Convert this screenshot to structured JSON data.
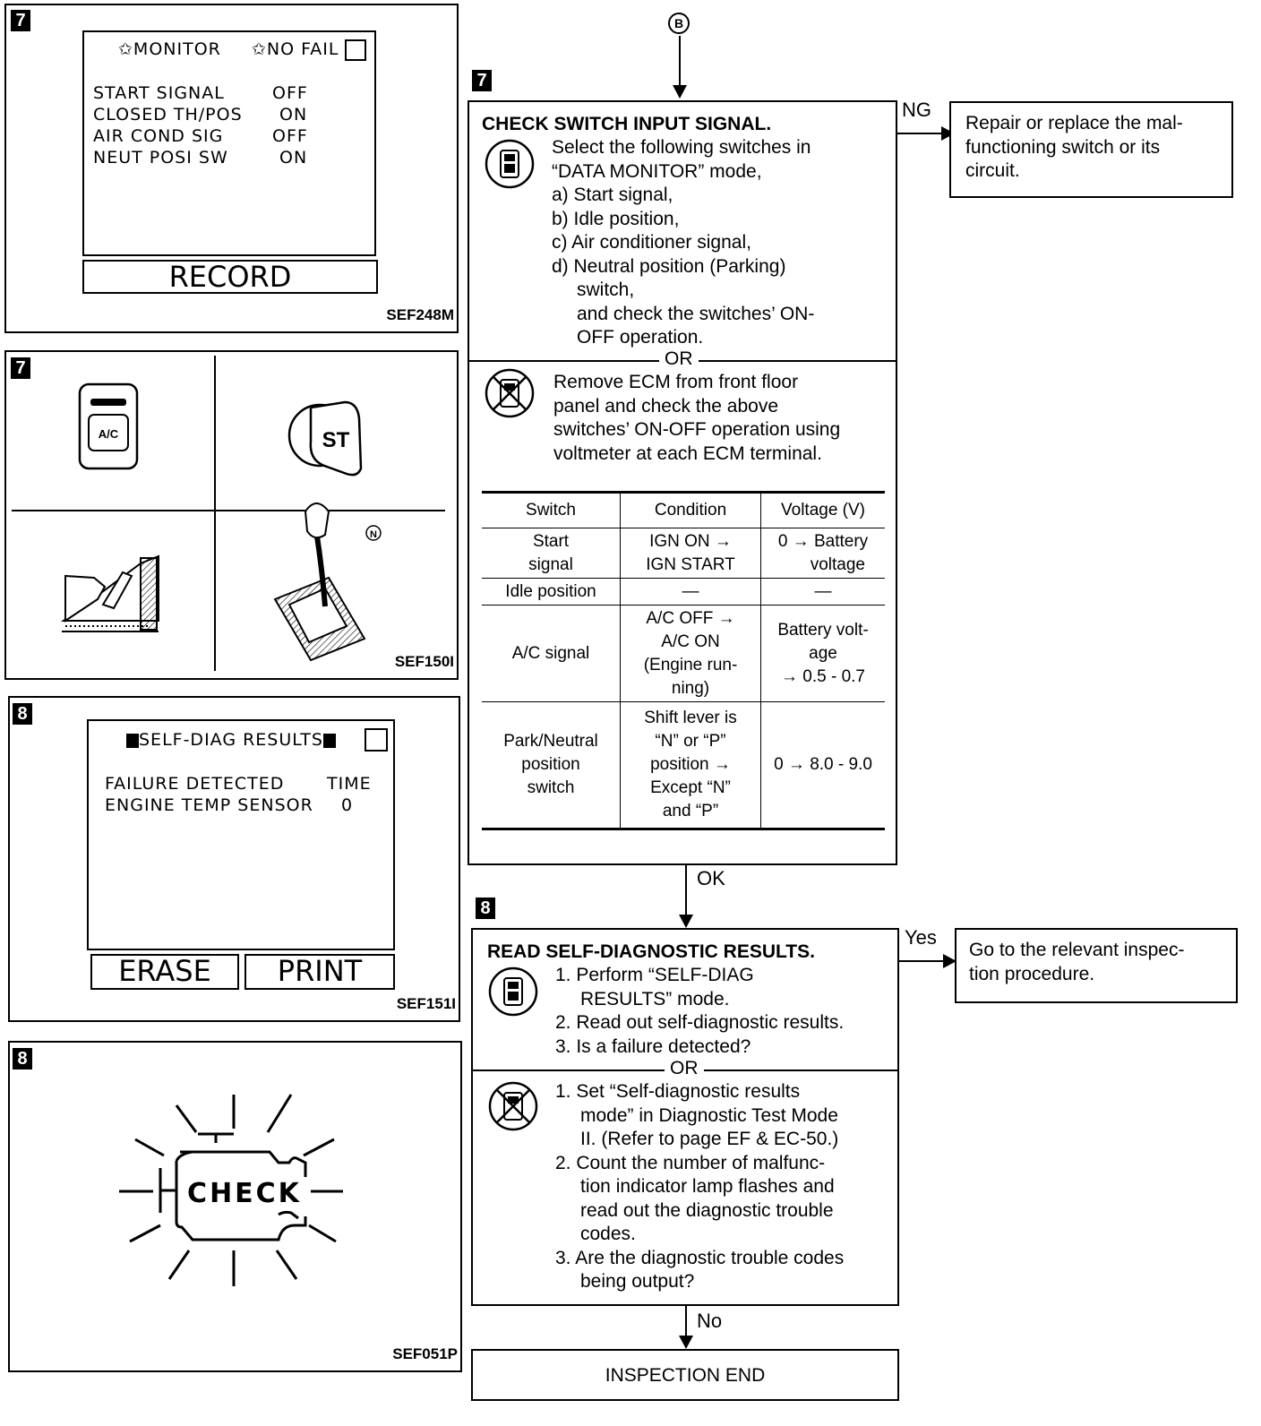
{
  "connector_top": "B",
  "fig1": {
    "step": "7",
    "header_monitor": "✩MONITOR",
    "header_nofail": "✩NO FAIL",
    "rows": [
      {
        "label": "START SIGNAL",
        "value": "OFF"
      },
      {
        "label": "CLOSED TH/POS",
        "value": "ON"
      },
      {
        "label": "AIR COND SIG",
        "value": "OFF"
      },
      {
        "label": "NEUT POSI SW",
        "value": "ON"
      }
    ],
    "record_button": "RECORD",
    "code": "SEF248M"
  },
  "fig2": {
    "step": "7",
    "ac_label": "A/C",
    "st_label": "ST",
    "n_label": "N",
    "code": "SEF150I"
  },
  "fig3": {
    "step": "8",
    "header": "SELF-DIAG RESULTS",
    "col_failure": "FAILURE DETECTED",
    "col_time": "TIME",
    "row_item": "ENGINE TEMP SENSOR",
    "row_time": "0",
    "erase_button": "ERASE",
    "print_button": "PRINT",
    "code": "SEF151I"
  },
  "fig4": {
    "step": "8",
    "check_text": "CHECK",
    "code": "SEF051P"
  },
  "step7": {
    "step": "7",
    "title": "CHECK SWITCH INPUT SIGNAL.",
    "lines_a": [
      "Select the following switches in",
      "“DATA MONITOR” mode,",
      "a) Start signal,",
      "b) Idle position,",
      "c) Air conditioner signal,",
      "d) Neutral position (Parking)",
      "switch,",
      "and check the switches’ ON-",
      "OFF operation."
    ],
    "or": "OR",
    "lines_b": [
      "Remove ECM from front floor",
      "panel and check the above",
      "switches’ ON-OFF operation using",
      "voltmeter at each ECM terminal."
    ],
    "table": {
      "headers": [
        "Switch",
        "Condition",
        "Voltage (V)"
      ],
      "rows": [
        {
          "switch": [
            "Start",
            "signal"
          ],
          "condition": [
            "IGN ON →",
            "IGN START"
          ],
          "voltage": [
            "0 → Battery",
            "voltage"
          ]
        },
        {
          "switch": [
            "Idle position"
          ],
          "condition": [
            "—"
          ],
          "voltage": [
            "—"
          ]
        },
        {
          "switch": [
            "A/C signal"
          ],
          "condition": [
            "A/C OFF →",
            "A/C ON",
            "(Engine run-",
            "ning)"
          ],
          "voltage": [
            "Battery volt-",
            "age",
            "→ 0.5 - 0.7"
          ]
        },
        {
          "switch": [
            "Park/Neutral",
            "position",
            "switch"
          ],
          "condition": [
            "Shift lever is",
            "“N” or “P”",
            "position →",
            "Except “N”",
            "and “P”"
          ],
          "voltage": [
            "0 → 8.0 - 9.0"
          ]
        }
      ]
    },
    "ng_label": "NG",
    "ng_box": [
      "Repair or replace the mal-",
      "functioning switch or its",
      "circuit."
    ],
    "ok_label": "OK"
  },
  "step8": {
    "step": "8",
    "title": "READ SELF-DIAGNOSTIC RESULTS.",
    "lines_a": [
      "1. Perform “SELF-DIAG",
      "RESULTS” mode.",
      "2. Read out self-diagnostic results.",
      "3. Is a failure detected?"
    ],
    "or": "OR",
    "lines_b": [
      "1. Set “Self-diagnostic results",
      "mode” in Diagnostic Test Mode",
      "II. (Refer to page EF & EC-50.)",
      "2. Count the number of malfunc-",
      "tion indicator lamp flashes and",
      "read out the diagnostic trouble",
      "codes.",
      "3. Are the diagnostic trouble codes",
      "being output?"
    ],
    "yes_label": "Yes",
    "yes_box": [
      "Go to the relevant inspec-",
      "tion procedure."
    ],
    "no_label": "No"
  },
  "end_box": "INSPECTION END"
}
